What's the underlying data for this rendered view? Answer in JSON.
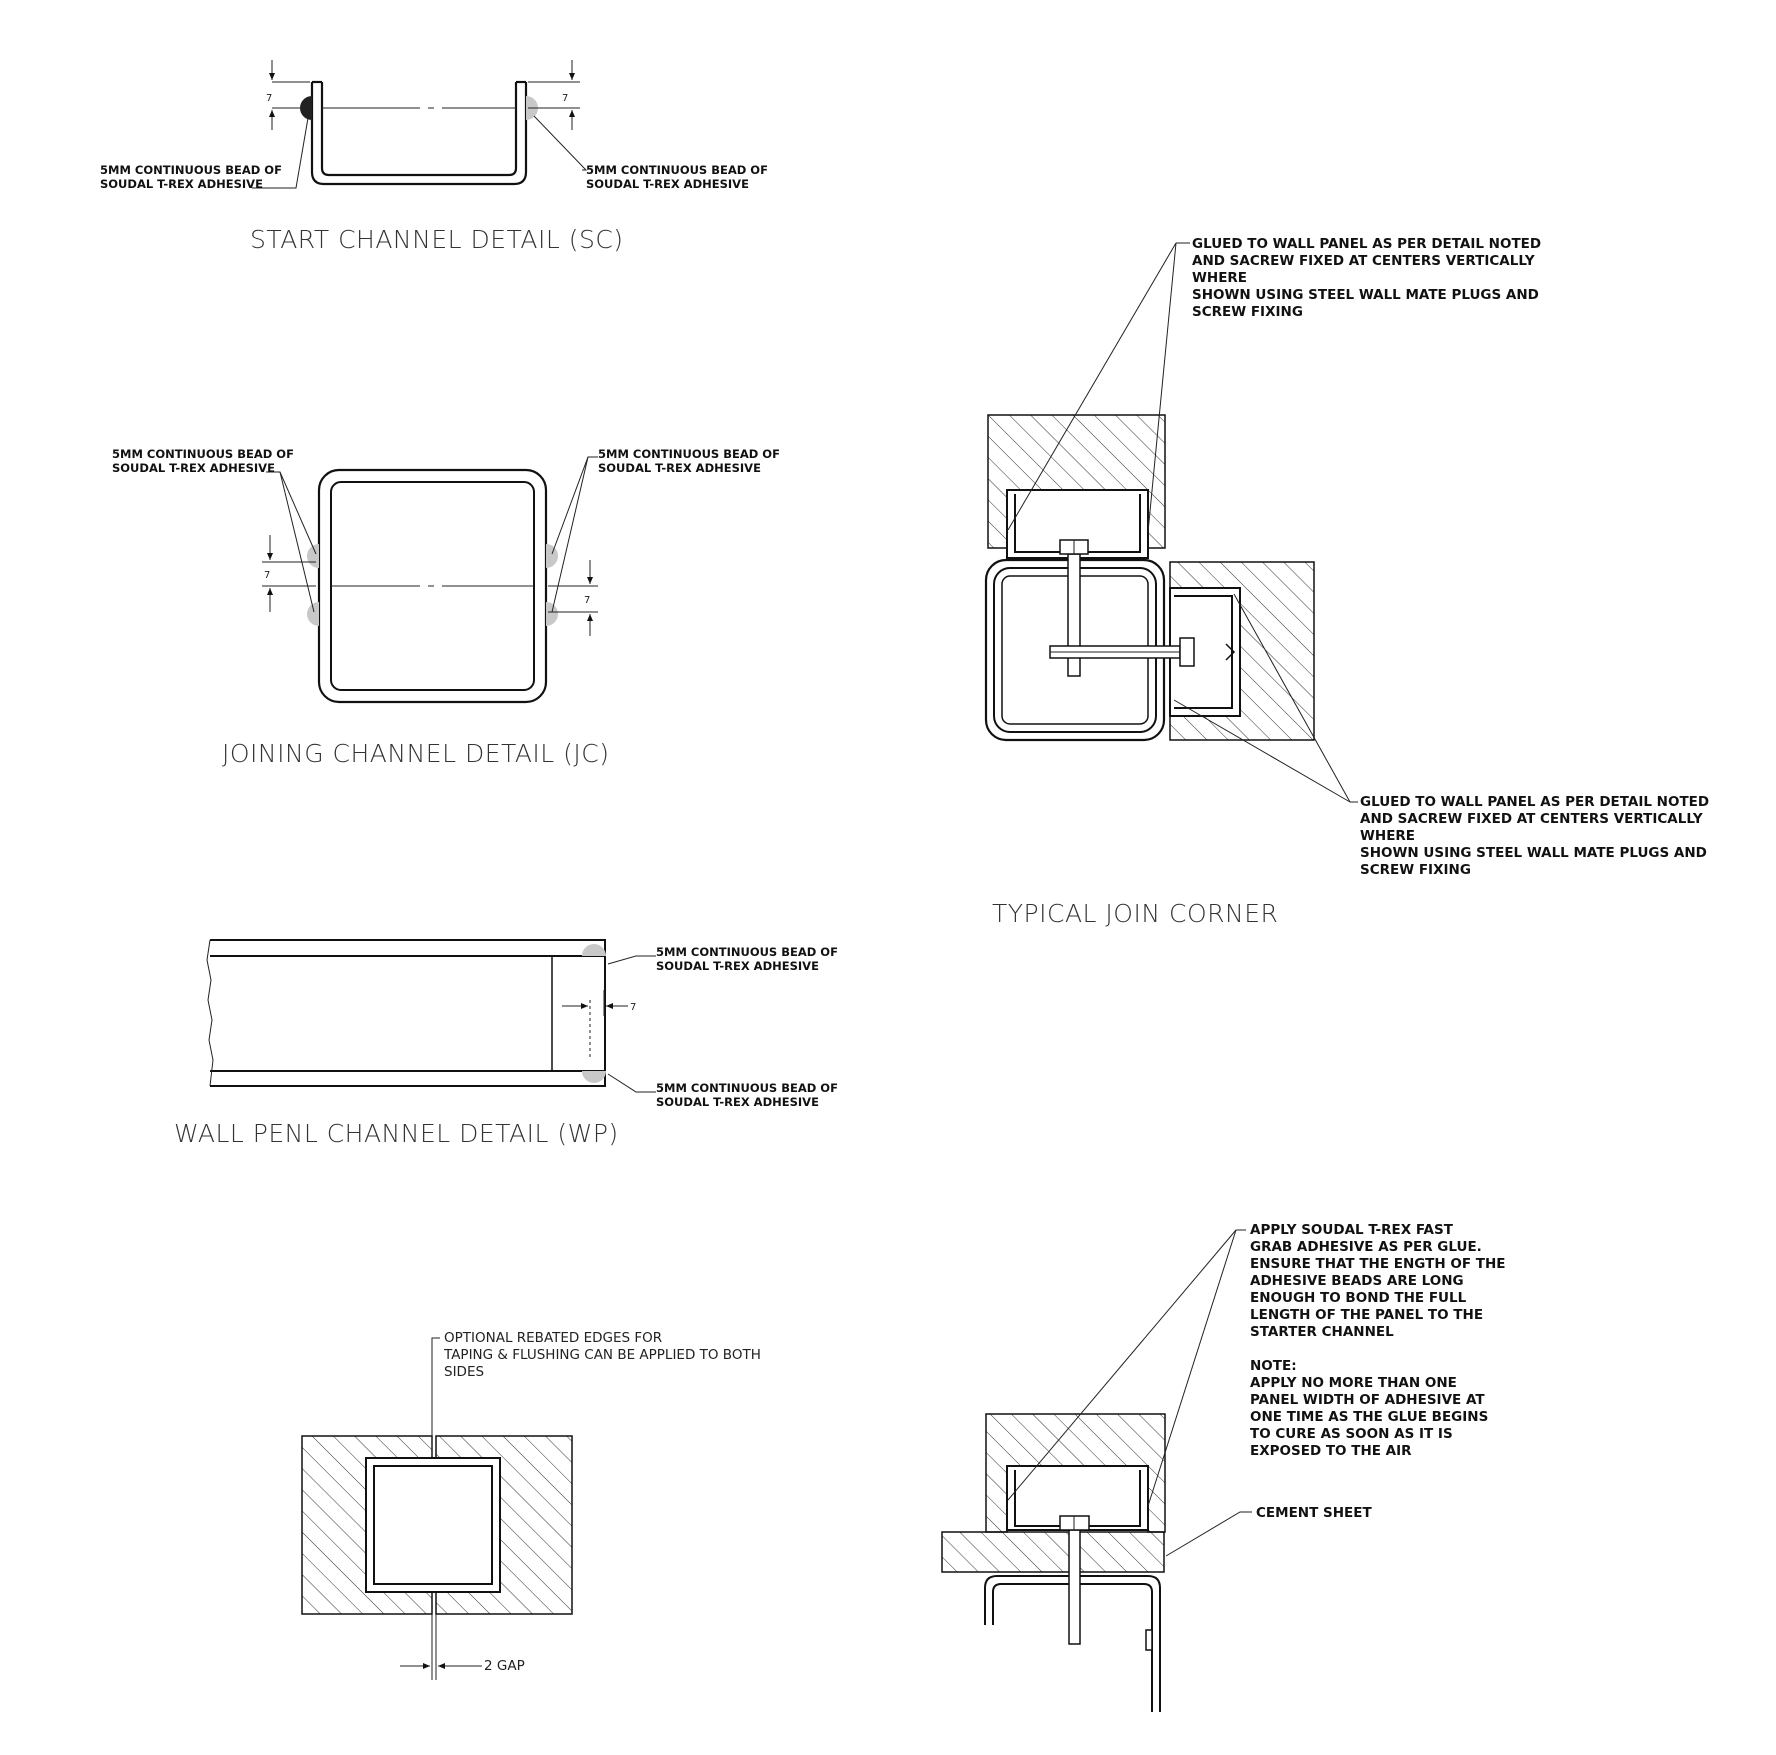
{
  "titles": {
    "sc": "START CHANNEL DETAIL (SC)",
    "jc": "JOINING CHANNEL DETAIL (JC)",
    "wp": "WALL PENL CHANNEL DETAIL (WP)",
    "corner": "TYPICAL JOIN CORNER"
  },
  "adhesive_note": {
    "line1": "5MM CONTINUOUS BEAD OF",
    "line2": "SOUDAL T-REX ADHESIVE"
  },
  "dimensions": {
    "bead_offset": "7",
    "gap": "2 GAP"
  },
  "corner_note": {
    "lines": [
      "GLUED TO WALL PANEL AS PER DETAIL NOTED",
      "AND SACREW FIXED AT CENTERS VERTICALLY",
      "WHERE",
      "SHOWN USING STEEL WALL MATE PLUGS AND",
      "SCREW FIXING"
    ]
  },
  "rebate_note": {
    "lines": [
      "OPTIONAL REBATED EDGES FOR",
      "TAPING & FLUSHING CAN BE APPLIED TO BOTH",
      "SIDES"
    ]
  },
  "starter_note": {
    "lines": [
      "APPLY SOUDAL T-REX FAST",
      "GRAB ADHESIVE AS PER GLUE.",
      "ENSURE THAT THE ENGTH OF THE",
      "ADHESIVE BEADS ARE LONG",
      "ENOUGH TO BOND THE FULL",
      "LENGTH OF THE PANEL TO THE",
      "STARTER CHANNEL",
      "",
      "NOTE:",
      "APPLY NO MORE THAN ONE",
      "PANEL WIDTH OF ADHESIVE AT",
      "ONE TIME AS THE GLUE BEGINS",
      "TO CURE AS SOON AS IT IS",
      "EXPOSED TO THE AIR"
    ]
  },
  "cement_label": "CEMENT SHEET"
}
